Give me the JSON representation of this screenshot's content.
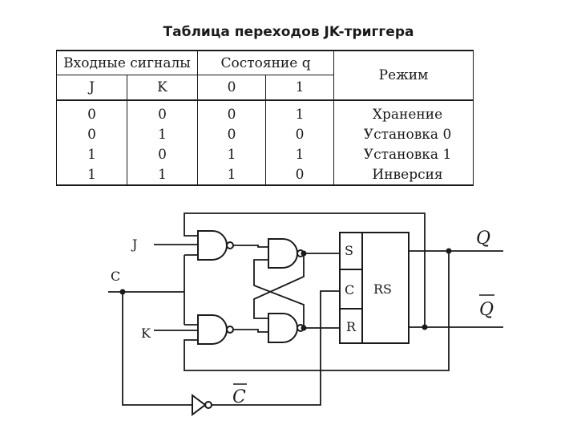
{
  "table": {
    "title": "Таблица переходов JK-триггера",
    "header_inputs": "Входные сигналы",
    "header_state": "Состояние q",
    "header_mode": "Режим",
    "col_j": "J",
    "col_k": "K",
    "col_q0": "0",
    "col_q1": "1",
    "rows": [
      {
        "j": "0",
        "k": "0",
        "q0": "0",
        "q1": "1",
        "mode": "Хранение"
      },
      {
        "j": "0",
        "k": "1",
        "q0": "0",
        "q1": "0",
        "mode": "Установка 0"
      },
      {
        "j": "1",
        "k": "0",
        "q0": "1",
        "q1": "1",
        "mode": "Установка 1"
      },
      {
        "j": "1",
        "k": "1",
        "q0": "1",
        "q1": "0",
        "mode": "Инверсия"
      }
    ]
  },
  "circuit": {
    "input_j": "J",
    "input_k": "K",
    "input_c": "C",
    "rs_s": "S",
    "rs_c": "C",
    "rs_r": "R",
    "rs_title": "RS",
    "out_q": "Q",
    "out_qbar": "Q",
    "c_bar": "C"
  }
}
